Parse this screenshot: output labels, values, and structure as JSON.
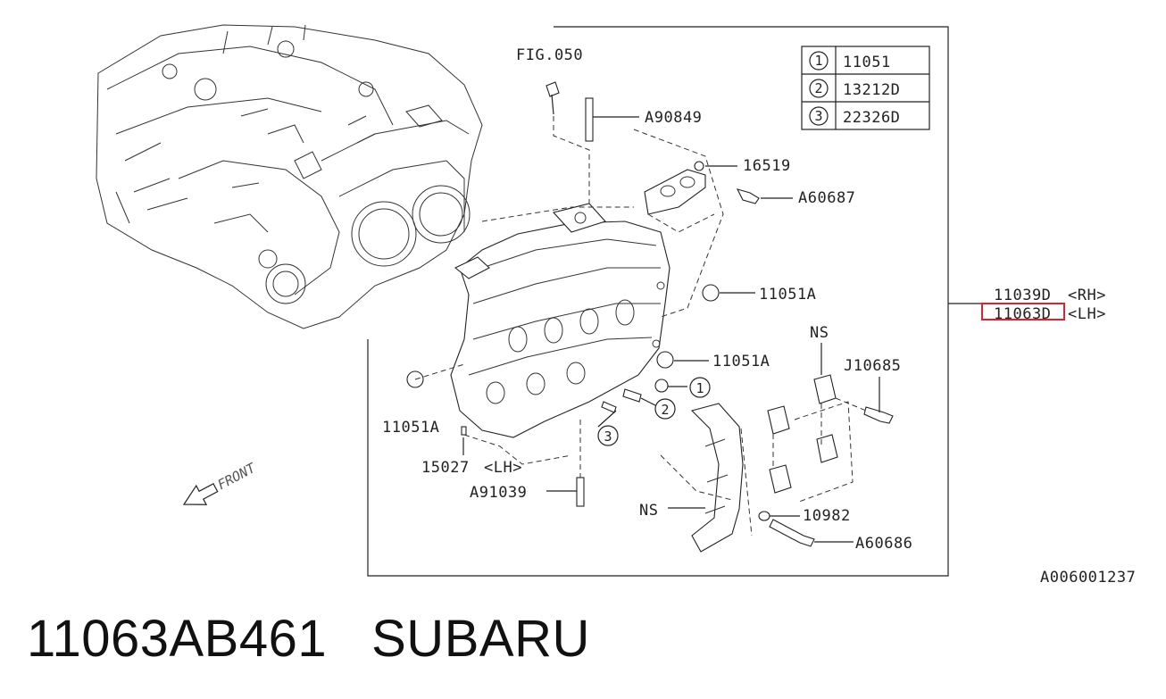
{
  "figure_ref": "FIG.050",
  "legend": [
    {
      "num": "1",
      "code": "11051"
    },
    {
      "num": "2",
      "code": "13212D"
    },
    {
      "num": "3",
      "code": "22326D"
    }
  ],
  "callouts": {
    "a90849": "A90849",
    "p16519": "16519",
    "a60687": "A60687",
    "p11051a_top": "11051A",
    "p11051a_mid": "11051A",
    "p11051a_left": "11051A",
    "rh_code": "11039D",
    "rh_side": "<RH>",
    "lh_code": "11063D",
    "lh_side": "<LH>",
    "ns_top": "NS",
    "j10685": "J10685",
    "ns_bottom": "NS",
    "p10982": "10982",
    "a60686": "A60686",
    "p15027": "15027",
    "p15027_side": "<LH>",
    "a91039": "A91039",
    "circle1": "1",
    "circle2": "2",
    "circle3": "3"
  },
  "front_label": "FRONT",
  "diagram_id": "A006001237",
  "highlight_color": "#e0202a",
  "part_number": "11063AB461",
  "brand": "SUBARU"
}
